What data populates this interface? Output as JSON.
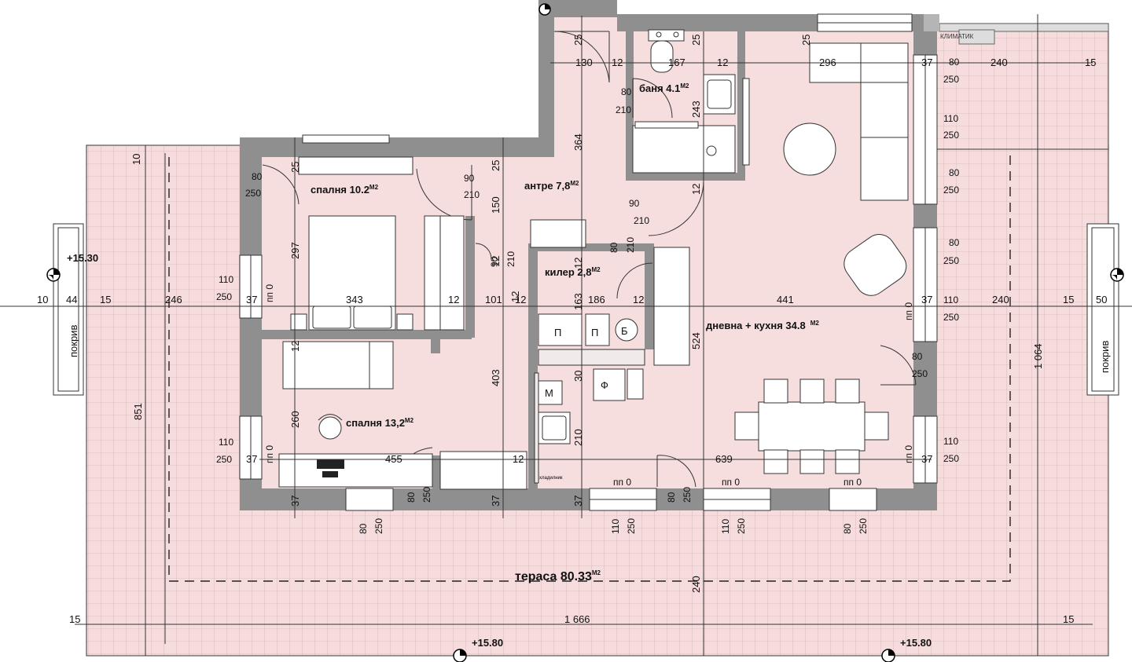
{
  "rooms": {
    "bedroom1": "спалня 10.2",
    "bedroom2": "спалня 13,2",
    "hall": "антре 7,8",
    "bath": "баня 4.1",
    "pantry": "килер 2,8",
    "living": "дневна + кухня 34.8",
    "terrace": "тераса 80.33",
    "m2": "M2"
  },
  "labels": {
    "roof": "покрив",
    "aircon": "КЛИМАТИК",
    "boiler": "Б",
    "fridge": "П",
    "oven": "Ф",
    "washer": "М",
    "fridge_small": "хладилник"
  },
  "levels": {
    "left": "+15.30",
    "bottom_left": "+15.80",
    "bottom_right": "+15.80"
  },
  "dims_h": {
    "top_130": "130",
    "top_12a": "12",
    "top_167": "167",
    "top_12b": "12",
    "top_296": "296",
    "top_37": "37",
    "top_240": "240",
    "top_15": "15",
    "mid_10": "10",
    "mid_44": "44",
    "mid_15": "15",
    "mid_246": "246",
    "mid_37": "37",
    "mid_343": "343",
    "mid_12": "12",
    "mid_101": "101",
    "mid_12b": "12",
    "mid_186": "186",
    "mid_12c": "12",
    "mid_441": "441",
    "mid_37b": "37",
    "mid_240": "240",
    "mid_15b": "15",
    "mid_50": "50",
    "low_37": "37",
    "low_455": "455",
    "low_12": "12",
    "low_639": "639",
    "low_37b": "37",
    "bot_15": "15",
    "bot_1666": "1 666",
    "bot_15b": "15",
    "b_12": "12",
    "b_37a": "37",
    "b_37b": "37",
    "b_37c": "37"
  },
  "dims_v": {
    "v10": "10",
    "v25a": "25",
    "v25b": "25",
    "v25c": "25",
    "v25d": "25",
    "v25e": "25",
    "v297": "297",
    "v364": "364",
    "v150": "150",
    "v243": "243",
    "v12a": "12",
    "v12b": "12",
    "v163": "163",
    "v403": "403",
    "v524": "524",
    "v260": "260",
    "v210": "210",
    "v30": "30",
    "v851": "851",
    "v240": "240",
    "v1064": "1 064",
    "v12c": "12",
    "v37a": "37",
    "v37b": "37",
    "v37c": "37",
    "v12d": "12",
    "v12e": "12"
  },
  "openings": {
    "w80_250": [
      "80",
      "250"
    ],
    "w110_250": [
      "110",
      "250"
    ],
    "d80_210": [
      "80",
      "210"
    ],
    "d90_210": [
      "90",
      "210"
    ],
    "pp0": "пп 0"
  }
}
